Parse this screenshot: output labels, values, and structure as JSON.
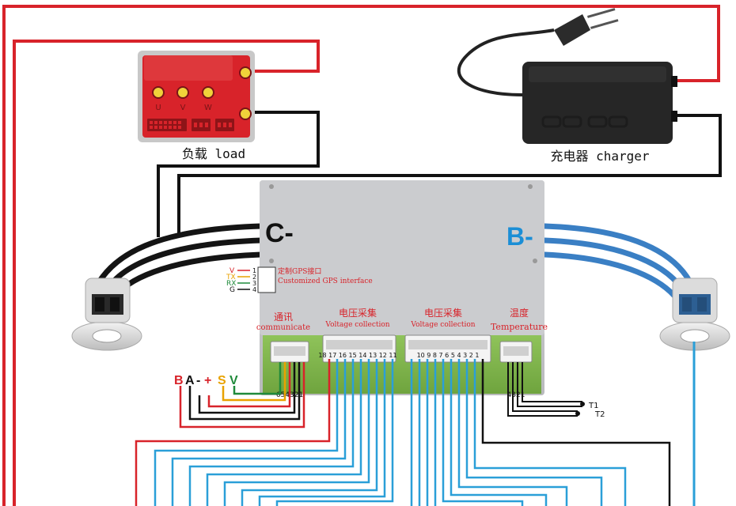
{
  "load": {
    "label": "负载 load",
    "terminals": [
      "U",
      "V",
      "W"
    ],
    "color": "#d8232a"
  },
  "charger": {
    "label": "充电器 charger",
    "color": "#222222"
  },
  "bms": {
    "c_minus": "C-",
    "b_minus": "B-",
    "b_minus_color": "#1b8ed6",
    "gps": {
      "title_cn": "定制GPS接口",
      "title_en": "Customized GPS interface",
      "pins": [
        {
          "name": "V",
          "num": "1",
          "color": "#d8232a"
        },
        {
          "name": "TX",
          "num": "2",
          "color": "#e8a200"
        },
        {
          "name": "RX",
          "num": "3",
          "color": "#1f8a3a"
        },
        {
          "name": "G",
          "num": "4",
          "color": "#111111"
        }
      ]
    },
    "connectors": {
      "comm": {
        "cn": "通讯",
        "en": "communicate",
        "pins": "654321"
      },
      "volt_a": {
        "cn": "电压采集",
        "en": "Voltage collection",
        "pins": "18 17 16 15 14 13 12 11"
      },
      "volt_b": {
        "cn": "电压采集",
        "en": "Voltage collection",
        "pins": "10 9 8 7 6 5 4 3 2 1"
      },
      "temp": {
        "cn": "温度",
        "en": "Temperature",
        "pins": "4321"
      }
    },
    "sensors": [
      "T1",
      "T2"
    ]
  },
  "comm_wires": [
    {
      "label": "B",
      "color": "#d8232a"
    },
    {
      "label": "A",
      "color": "#111111"
    },
    {
      "label": "-",
      "color": "#111111"
    },
    {
      "label": "+",
      "color": "#d8232a"
    },
    {
      "label": "S",
      "color": "#e8a200"
    },
    {
      "label": "V",
      "color": "#1f8a3a"
    }
  ],
  "colors": {
    "red_wire": "#d8232a",
    "black_wire": "#111111",
    "blue_wire": "#2a9fd8"
  }
}
